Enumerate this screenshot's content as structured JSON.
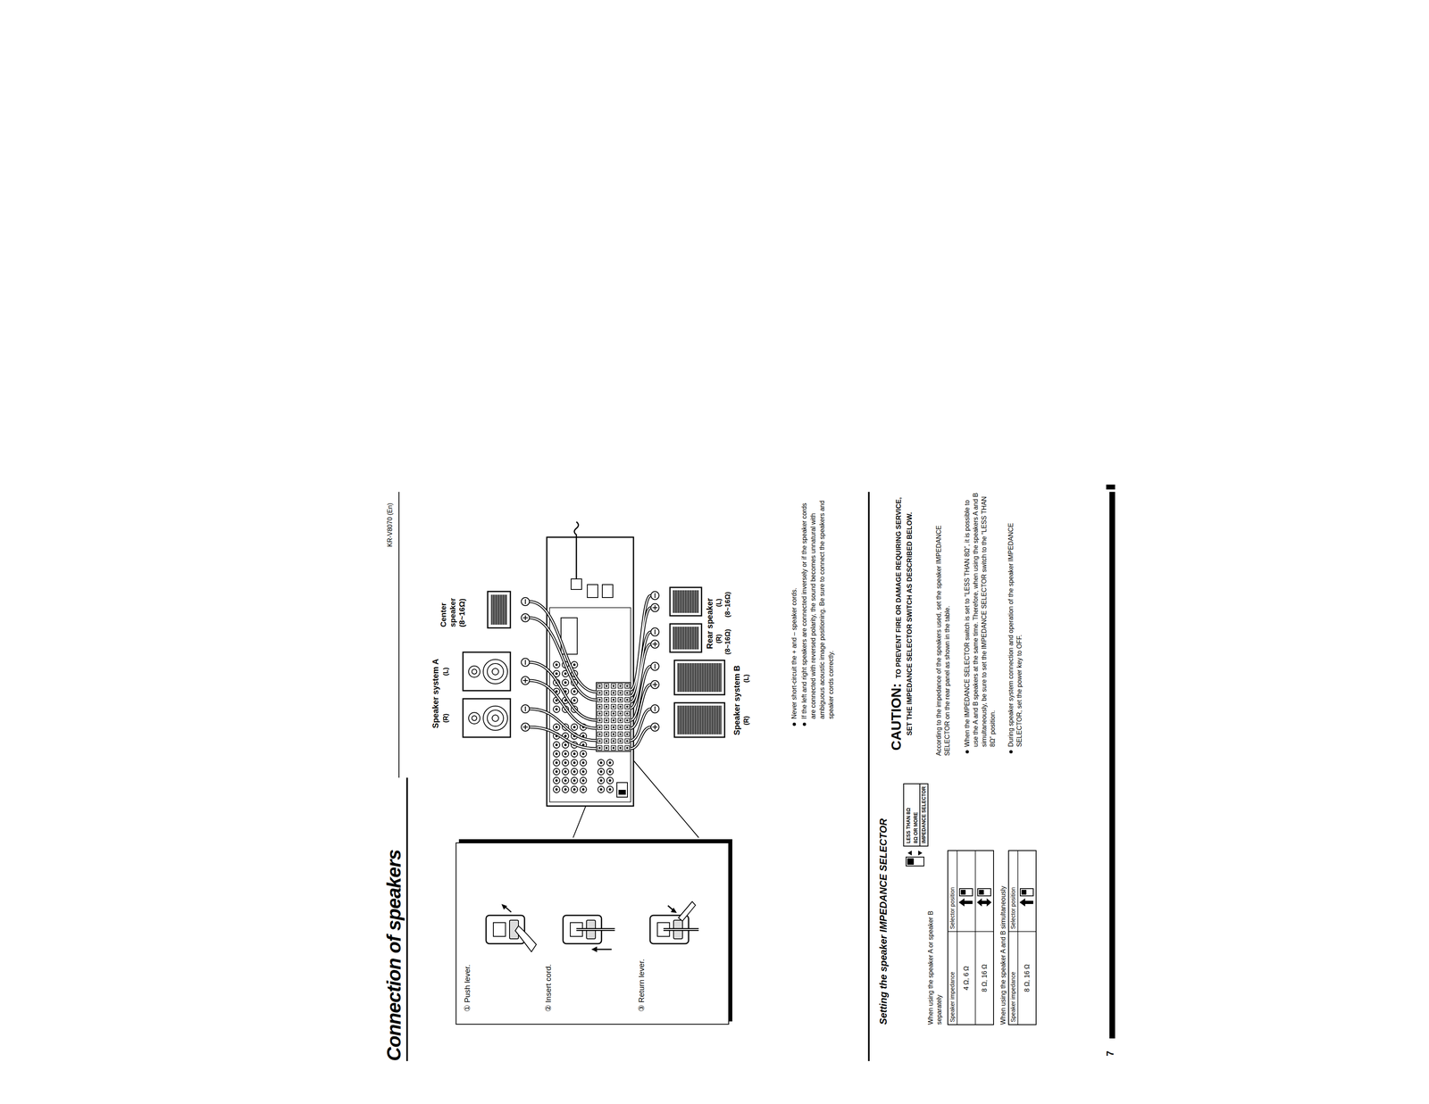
{
  "diagram": {
    "title": "Connection of speakers",
    "nodes": [
      {
        "text": [
          "① Push lever.",
          "② Insert cord.",
          "③ Return lever."
        ]
      },
      {
        "text": [
          "LESS THAN 8Ω",
          "8Ω OR MORE",
          "IMPEDANCE SELECTOR"
        ]
      }
    ],
    "labels": [
      "KR-V8070 (En)",
      "Speaker system A",
      "(R)",
      "(L)",
      "Center speaker (8~16Ω)",
      "Rear speaker",
      "(R)",
      "(L)",
      "(8~16Ω)",
      "(8~16Ω)",
      "Speaker system B",
      "(R)",
      "(L)",
      "Never short-circuit the + and – speaker cords.",
      "If the left and right speakers are connected inversely or if the speaker cords are connected with reversed polarity, the sound becomes unnatural with ambiguous acoustic image positioning. Be sure to connect the speakers and speaker cords correctly.",
      "Setting the speaker IMPEDANCE SELECTOR",
      "When using the speaker A or speaker B separately",
      "Speaker impedance",
      "Selector position",
      "4 Ω, 6 Ω",
      "8 Ω, 16 Ω",
      "When using the speaker A and B simultaneously",
      "Speaker impedance",
      "Selector position",
      "8 Ω, 16 Ω",
      "CAUTION:",
      "TO PREVENT FIRE OR DAMAGE REQUIRING SERVICE, SET THE IMPEDANCE SELECTOR SWITCH AS DESCRIBED BELOW.",
      "According to the impedance of the speakers used, set the speaker IMPEDANCE SELECTOR on the rear panel as shown in the table.",
      "When the IMPEDANCE SELECTOR switch is set to “LESS THAN 8Ω”, it is possible to use the A and B speakers at the same time. Therefore, when using the speakers A and B simultaneously, be sure to set the IMPEDANCE SELECTOR switch to the “LESS THAN 8Ω” position.",
      "During speaker system connection and operation of the speaker IMPEDANCE SELECTOR, set the power key to OFF.",
      "7"
    ]
  }
}
